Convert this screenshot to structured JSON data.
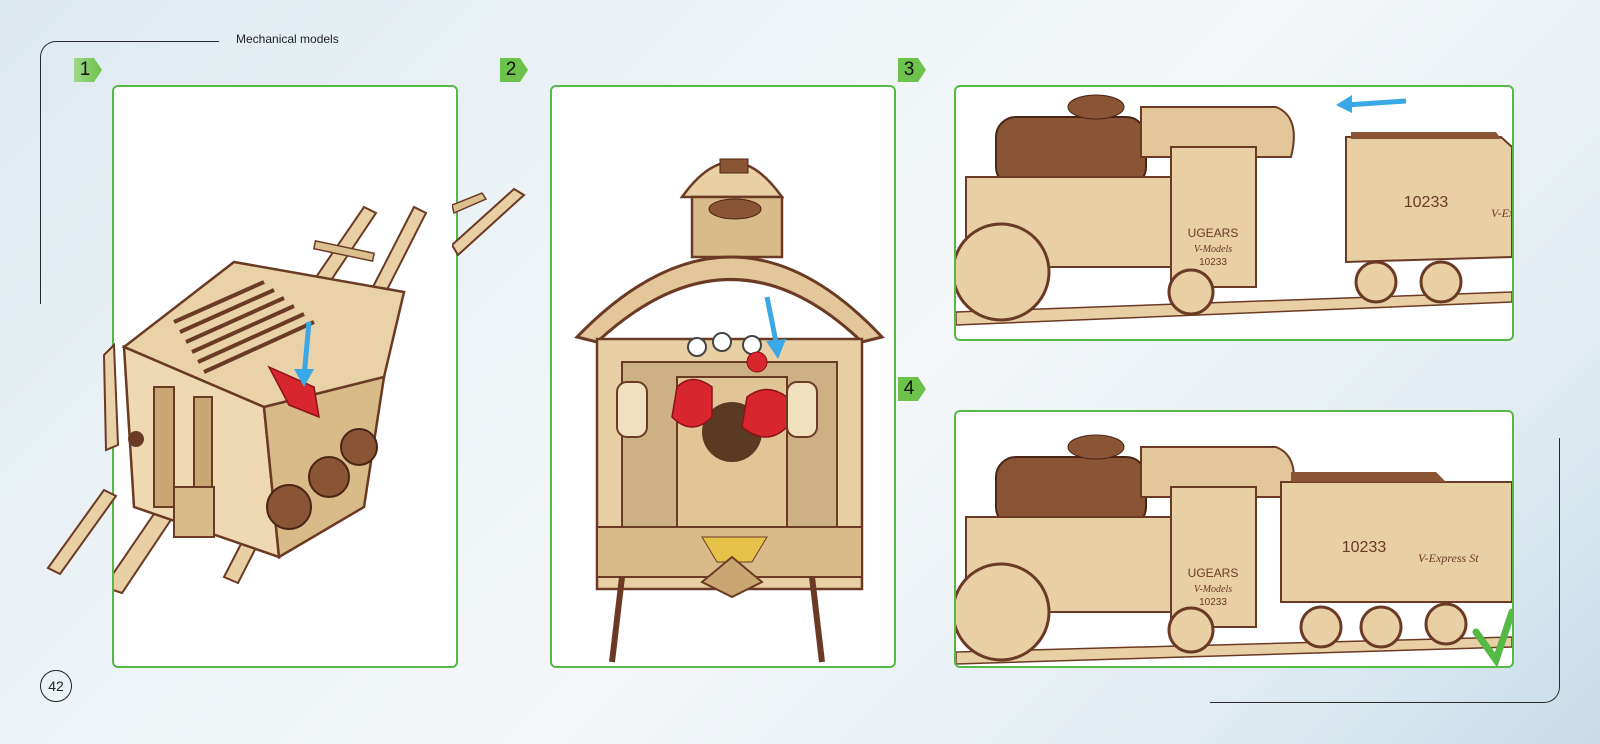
{
  "header": {
    "section_title": "Mechanical models"
  },
  "footer": {
    "page_number": "42"
  },
  "steps": [
    {
      "number": "1"
    },
    {
      "number": "2"
    },
    {
      "number": "3",
      "tender_number": "10233",
      "tender_script": "V-Ex",
      "cab_brand": "UGEARS",
      "cab_model": "V-Models",
      "cab_number": "10233"
    },
    {
      "number": "4",
      "tender_number": "10233",
      "tender_script": "V-Express St",
      "cab_brand": "UGEARS",
      "cab_model": "V-Models",
      "cab_number": "10233"
    }
  ],
  "colors": {
    "accent_green": "#55b946",
    "badge_green": "#6cc24a",
    "wood_light": "#e8cfa4",
    "wood_dark": "#6b3a24",
    "highlight_red": "#d8262f",
    "arrow_blue": "#3aa8e6"
  },
  "icons": [
    "step-badge-arrow",
    "assembly-direction-arrow",
    "checkmark-icon"
  ]
}
